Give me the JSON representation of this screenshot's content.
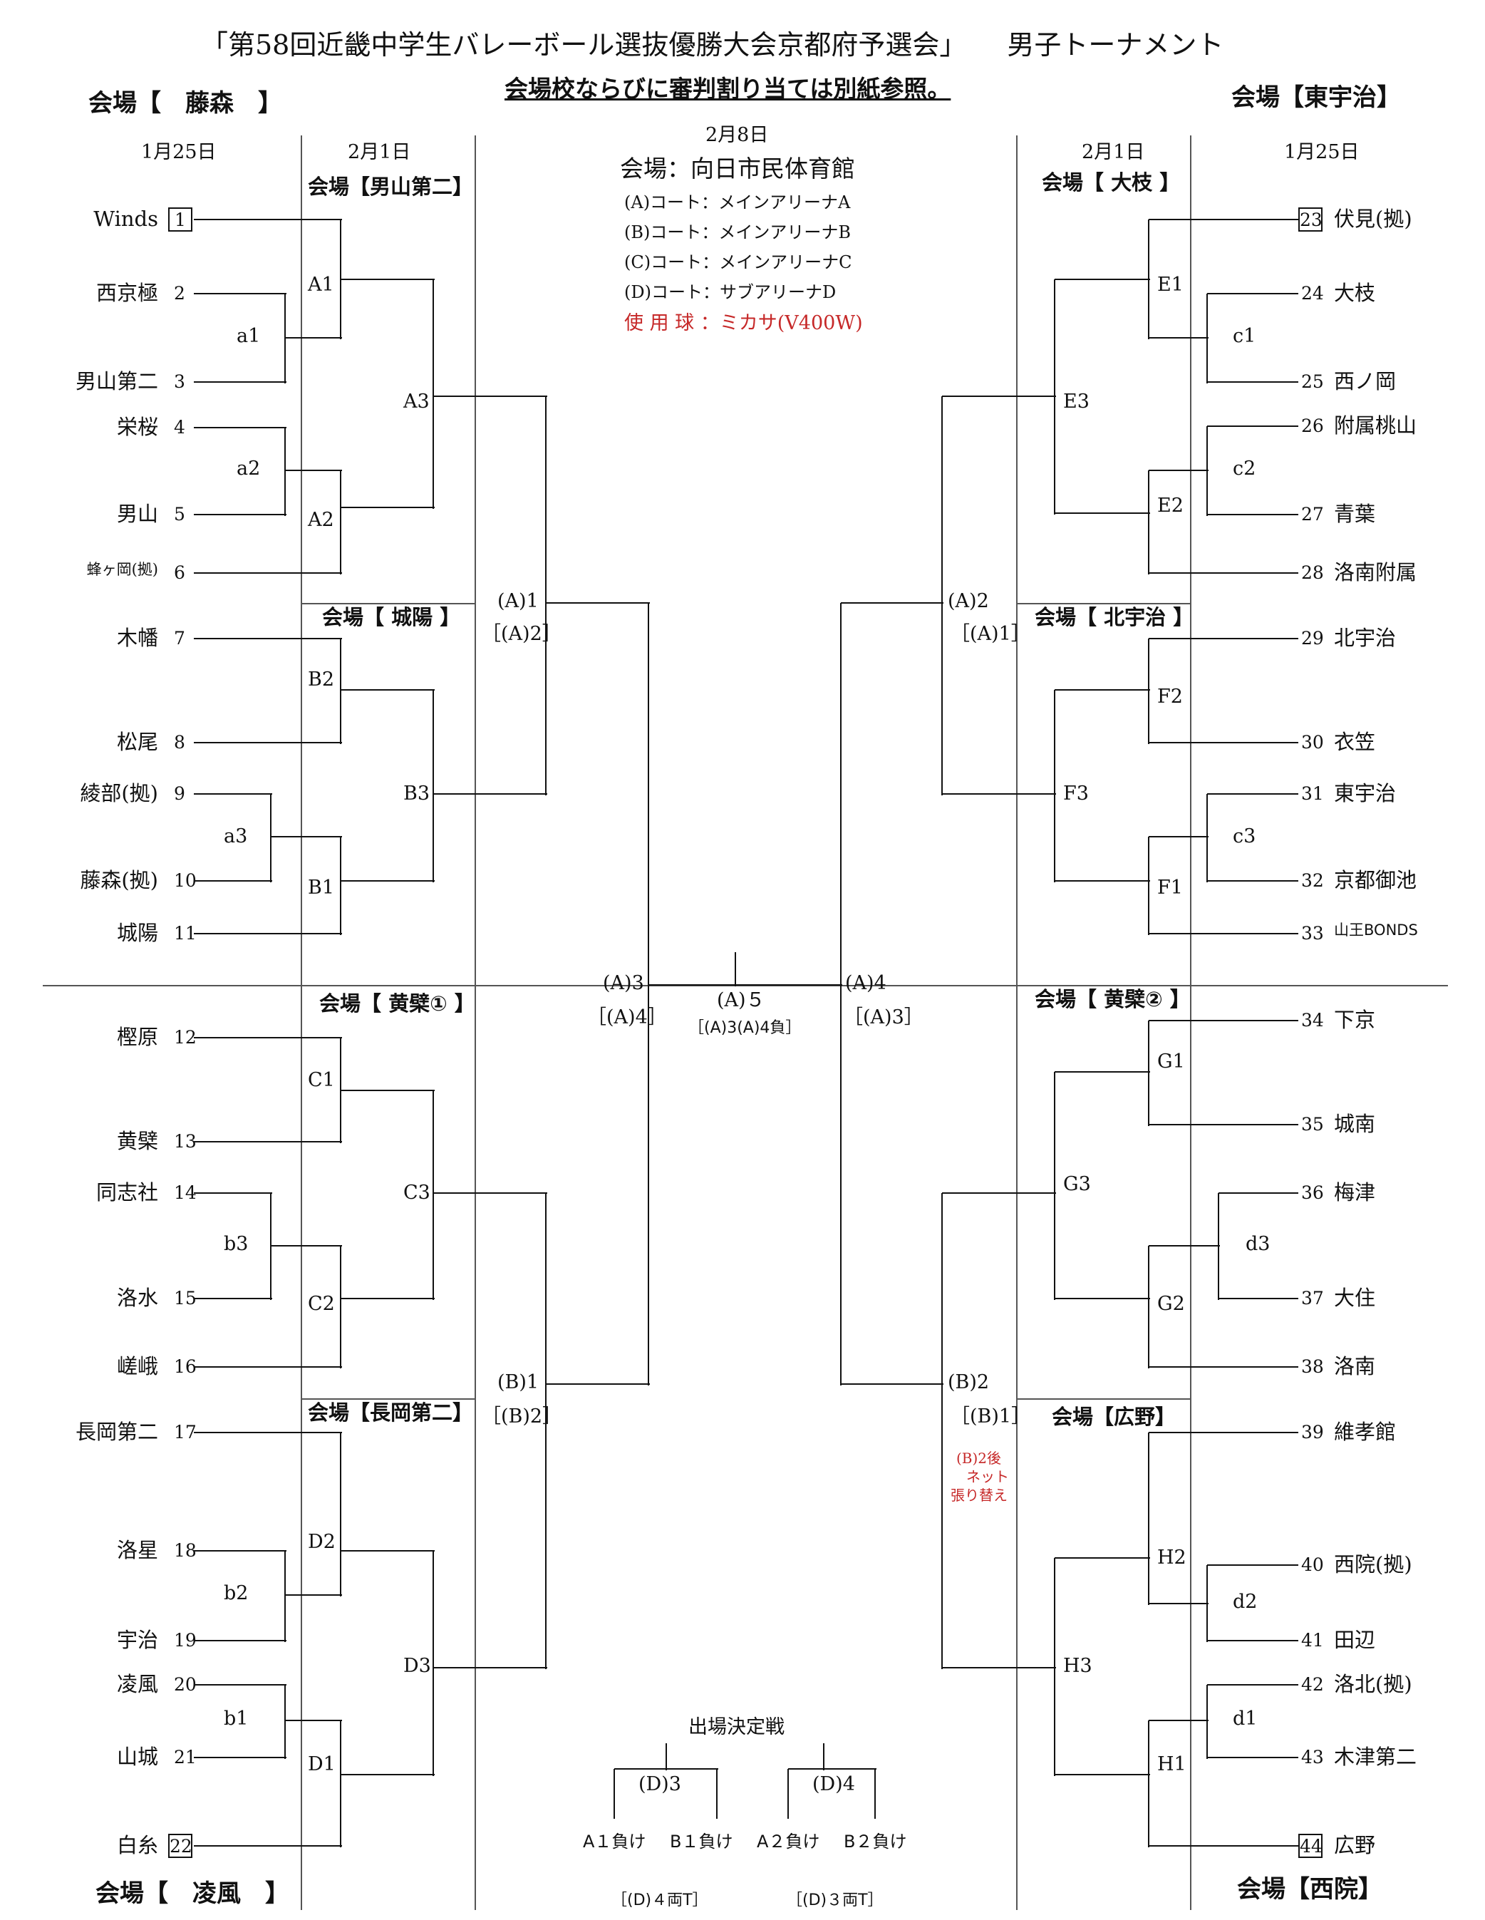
{
  "header": {
    "title": "「第58回近畿中学生バレーボール選抜優勝大会京都府予選会」　　男子トーナメント",
    "subtitle": "会場校ならびに審判割り当ては別紙参照。"
  },
  "venues": {
    "top_left": "会場【　藤森　】",
    "top_right": "会場【東宇治】",
    "bottom_left": "会場【　凌風　】",
    "bottom_right": "会場【西院】"
  },
  "dates": {
    "left_r1": "1月25日",
    "left_r2": "2月1日",
    "center": "2月8日",
    "right_r2": "2月1日",
    "right_r1": "1月25日"
  },
  "round2_venues": {
    "A": "会場【男山第二】",
    "B": "会場【 城陽 】",
    "C": "会場【 黄檗① 】",
    "D": "会場【長岡第二】",
    "E": "会場【 大枝 】",
    "F": "会場【 北宇治 】",
    "G": "会場【 黄檗② 】",
    "H": "会場【広野】"
  },
  "center_info": {
    "venue": "会場：向日市民体育館",
    "court_a": "(A)コート：メインアリーナA",
    "court_b": "(B)コート：メインアリーナB",
    "court_c": "(C)コート：メインアリーナC",
    "court_d": "(D)コート：サブアリーナD",
    "ball": "使 用 球 ：ミカサ(V400W)"
  },
  "teams_left": [
    {
      "name": "Winds",
      "num": "1"
    },
    {
      "name": "西京極",
      "num": "2"
    },
    {
      "name": "男山第二",
      "num": "3"
    },
    {
      "name": "栄桜",
      "num": "4"
    },
    {
      "name": "男山",
      "num": "5"
    },
    {
      "name": "蜂ヶ岡(拠)",
      "num": "6"
    },
    {
      "name": "木幡",
      "num": "7"
    },
    {
      "name": "松尾",
      "num": "8"
    },
    {
      "name": "綾部(拠)",
      "num": "9"
    },
    {
      "name": "藤森(拠)",
      "num": "10"
    },
    {
      "name": "城陽",
      "num": "11"
    },
    {
      "name": "樫原",
      "num": "12"
    },
    {
      "name": "黄檗",
      "num": "13"
    },
    {
      "name": "同志社",
      "num": "14"
    },
    {
      "name": "洛水",
      "num": "15"
    },
    {
      "name": "嵯峨",
      "num": "16"
    },
    {
      "name": "長岡第二",
      "num": "17"
    },
    {
      "name": "洛星",
      "num": "18"
    },
    {
      "name": "宇治",
      "num": "19"
    },
    {
      "name": "凌風",
      "num": "20"
    },
    {
      "name": "山城",
      "num": "21"
    },
    {
      "name": "白糸",
      "num": "22"
    }
  ],
  "teams_right": [
    {
      "name": "伏見(拠)",
      "num": "23"
    },
    {
      "name": "大枝",
      "num": "24"
    },
    {
      "name": "西ノ岡",
      "num": "25"
    },
    {
      "name": "附属桃山",
      "num": "26"
    },
    {
      "name": "青葉",
      "num": "27"
    },
    {
      "name": "洛南附属",
      "num": "28"
    },
    {
      "name": "北宇治",
      "num": "29"
    },
    {
      "name": "衣笠",
      "num": "30"
    },
    {
      "name": "東宇治",
      "num": "31"
    },
    {
      "name": "京都御池",
      "num": "32"
    },
    {
      "name": "山王BONDS",
      "num": "33"
    },
    {
      "name": "下京",
      "num": "34"
    },
    {
      "name": "城南",
      "num": "35"
    },
    {
      "name": "梅津",
      "num": "36"
    },
    {
      "name": "大住",
      "num": "37"
    },
    {
      "name": "洛南",
      "num": "38"
    },
    {
      "name": "維孝館",
      "num": "39"
    },
    {
      "name": "西院(拠)",
      "num": "40"
    },
    {
      "name": "田辺",
      "num": "41"
    },
    {
      "name": "洛北(拠)",
      "num": "42"
    },
    {
      "name": "木津第二",
      "num": "43"
    },
    {
      "name": "広野",
      "num": "44"
    }
  ],
  "matches": {
    "a1": "a1",
    "a2": "a2",
    "a3": "a3",
    "b1": "b1",
    "b2": "b2",
    "b3": "b3",
    "c1": "c1",
    "c2": "c2",
    "c3": "c3",
    "d1": "d1",
    "d2": "d2",
    "d3": "d3",
    "A1": "A1",
    "A2": "A2",
    "A3": "A3",
    "B1": "B1",
    "B2": "B2",
    "B3": "B3",
    "C1": "C1",
    "C2": "C2",
    "C3": "C3",
    "D1": "D1",
    "D2": "D2",
    "D3": "D3",
    "E1": "E1",
    "E2": "E2",
    "E3": "E3",
    "F1": "F1",
    "F2": "F2",
    "F3": "F3",
    "G1": "G1",
    "G2": "G2",
    "G3": "G3",
    "H1": "H1",
    "H2": "H2",
    "H3": "H3",
    "A_1": "(A)1",
    "A_1_ref": "［(A)2］",
    "A_2": "(A)2",
    "A_2_ref": "［(A)1］",
    "A_3": "(A)3",
    "A_3_ref": "［(A)4］",
    "A_4": "(A)4",
    "A_4_ref": "［(A)3］",
    "A_5": "(A)５",
    "A_5_ref": "［(A)3(A)4負］",
    "B_1": "(B)1",
    "B_1_ref": "［(B)2］",
    "B_2": "(B)2",
    "B_2_ref": "［(B)1］",
    "B_2_note1": "(B)2後",
    "B_2_note2": "ネット",
    "B_2_note3": "張り替え"
  },
  "qualifier": {
    "title": "出場決定戦",
    "d3": "(D)3",
    "d4": "(D)4",
    "a1_lose": "A１負け",
    "b1_lose": "B１負け",
    "a2_lose": "A２負け",
    "b2_lose": "B２負け",
    "d3_ref": "［(D)４両T］",
    "d4_ref": "［(D)３両T］"
  }
}
